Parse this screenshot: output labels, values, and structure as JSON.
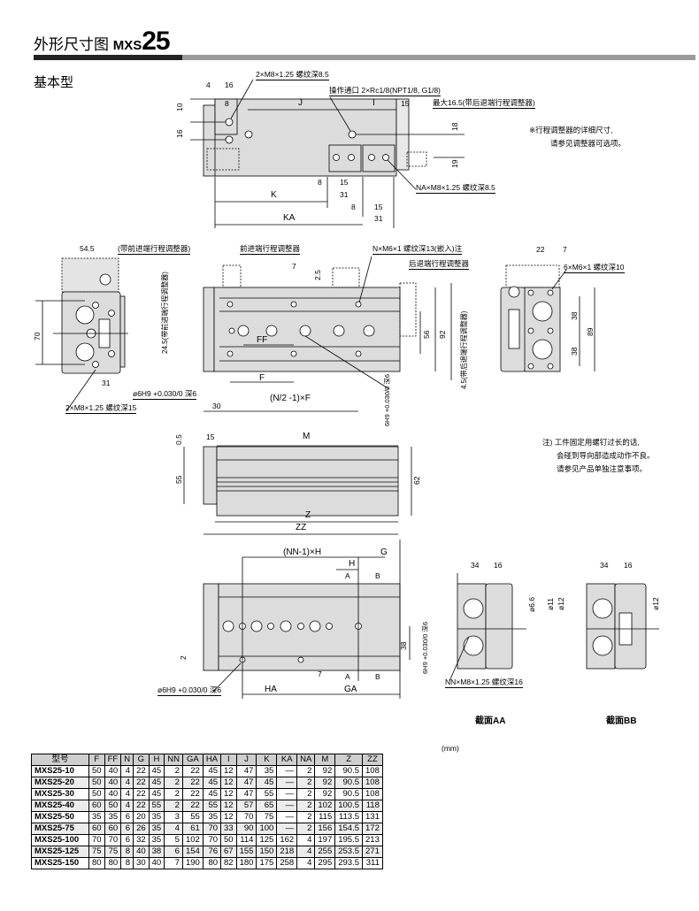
{
  "header": {
    "title_cn": "外形尺寸图",
    "title_model": "MXS",
    "title_size": "25",
    "subtitle": "基本型"
  },
  "drawing": {
    "top_view": [
      "4",
      "16",
      "2×M8×1.25 螺纹深8.5",
      "8",
      "J",
      "操作通口 2×Rc1/8(NPT1/8, G1/8)",
      "I",
      "15",
      "最大16.5(带后退端行程调整器)",
      "10",
      "16",
      "18",
      "19",
      "8",
      "15",
      "31",
      "K",
      "8",
      "15",
      "31",
      "KA",
      "NA×M8×1.25 螺纹深8.5"
    ],
    "front_view": [
      "54.5",
      "(带前进端行程调整器)",
      "70",
      "31",
      "2×M8×1.25 螺纹深15",
      "ø6H9 +0.030/0 深6",
      "前进端行程调整器",
      "N×M6×1 螺纹深13(嵌入)注",
      "后退端行程调整器",
      "7",
      "2.5",
      "24.5(带前进端行程调整器)",
      "FF",
      "F",
      "(N/2 -1)×F",
      "30",
      "56",
      "92",
      "4.5(带后退端行程调整器)",
      "6H9 +0.030/0 深6"
    ],
    "end_view": [
      "22",
      "7",
      "6×M6×1 螺纹深10",
      "38",
      "89",
      "38"
    ],
    "bottom_view": [
      "0.5",
      "15",
      "M",
      "55",
      "62",
      "Z",
      "ZZ"
    ],
    "side_view": [
      "(NN-1)×H",
      "G",
      "H",
      "A",
      "B",
      "2",
      "38",
      "6H9 +0.030/0 深6",
      "7",
      "A",
      "B",
      "HA",
      "GA",
      "ø6H9 +0.030/0 深6"
    ],
    "sections": [
      "34",
      "16",
      "ø6.6",
      "ø11",
      "ø12",
      "NN×M8×1.25 螺纹深16",
      "截面AA",
      "34",
      "16",
      "ø12",
      "截面BB"
    ]
  },
  "notes": {
    "adjuster": [
      "※行程调整器的详细尺寸,",
      "请参见调整器可选项。"
    ],
    "caution": [
      "注) 工件固定用螺钉过长的话,",
      "会碰到导向部造成动作不良。",
      "请参见产品单独注意事项。"
    ]
  },
  "table": {
    "unit": "(mm)",
    "headers": [
      "型号",
      "F",
      "FF",
      "N",
      "G",
      "H",
      "NN",
      "GA",
      "HA",
      "I",
      "J",
      "K",
      "KA",
      "NA",
      "M",
      "Z",
      "ZZ"
    ],
    "rows": [
      [
        "MXS25-10",
        "50",
        "40",
        "4",
        "22",
        "45",
        "2",
        "22",
        "45",
        "12",
        "47",
        "35",
        "—",
        "2",
        "92",
        "90.5",
        "108"
      ],
      [
        "MXS25-20",
        "50",
        "40",
        "4",
        "22",
        "45",
        "2",
        "22",
        "45",
        "12",
        "47",
        "45",
        "—",
        "2",
        "92",
        "90.5",
        "108"
      ],
      [
        "MXS25-30",
        "50",
        "40",
        "4",
        "22",
        "45",
        "2",
        "22",
        "45",
        "12",
        "47",
        "55",
        "—",
        "2",
        "92",
        "90.5",
        "108"
      ],
      [
        "MXS25-40",
        "60",
        "50",
        "4",
        "22",
        "55",
        "2",
        "22",
        "55",
        "12",
        "57",
        "65",
        "—",
        "2",
        "102",
        "100.5",
        "118"
      ],
      [
        "MXS25-50",
        "35",
        "35",
        "6",
        "20",
        "35",
        "3",
        "55",
        "35",
        "12",
        "70",
        "75",
        "—",
        "2",
        "115",
        "113.5",
        "131"
      ],
      [
        "MXS25-75",
        "60",
        "60",
        "6",
        "26",
        "35",
        "4",
        "61",
        "70",
        "33",
        "90",
        "100",
        "—",
        "2",
        "156",
        "154.5",
        "172"
      ],
      [
        "MXS25-100",
        "70",
        "70",
        "6",
        "32",
        "35",
        "5",
        "102",
        "70",
        "50",
        "114",
        "125",
        "162",
        "4",
        "197",
        "195.5",
        "213"
      ],
      [
        "MXS25-125",
        "75",
        "75",
        "8",
        "40",
        "38",
        "6",
        "154",
        "76",
        "67",
        "155",
        "150",
        "218",
        "4",
        "255",
        "253.5",
        "271"
      ],
      [
        "MXS25-150",
        "80",
        "80",
        "8",
        "30",
        "40",
        "7",
        "190",
        "80",
        "82",
        "180",
        "175",
        "258",
        "4",
        "295",
        "293.5",
        "311"
      ]
    ]
  }
}
